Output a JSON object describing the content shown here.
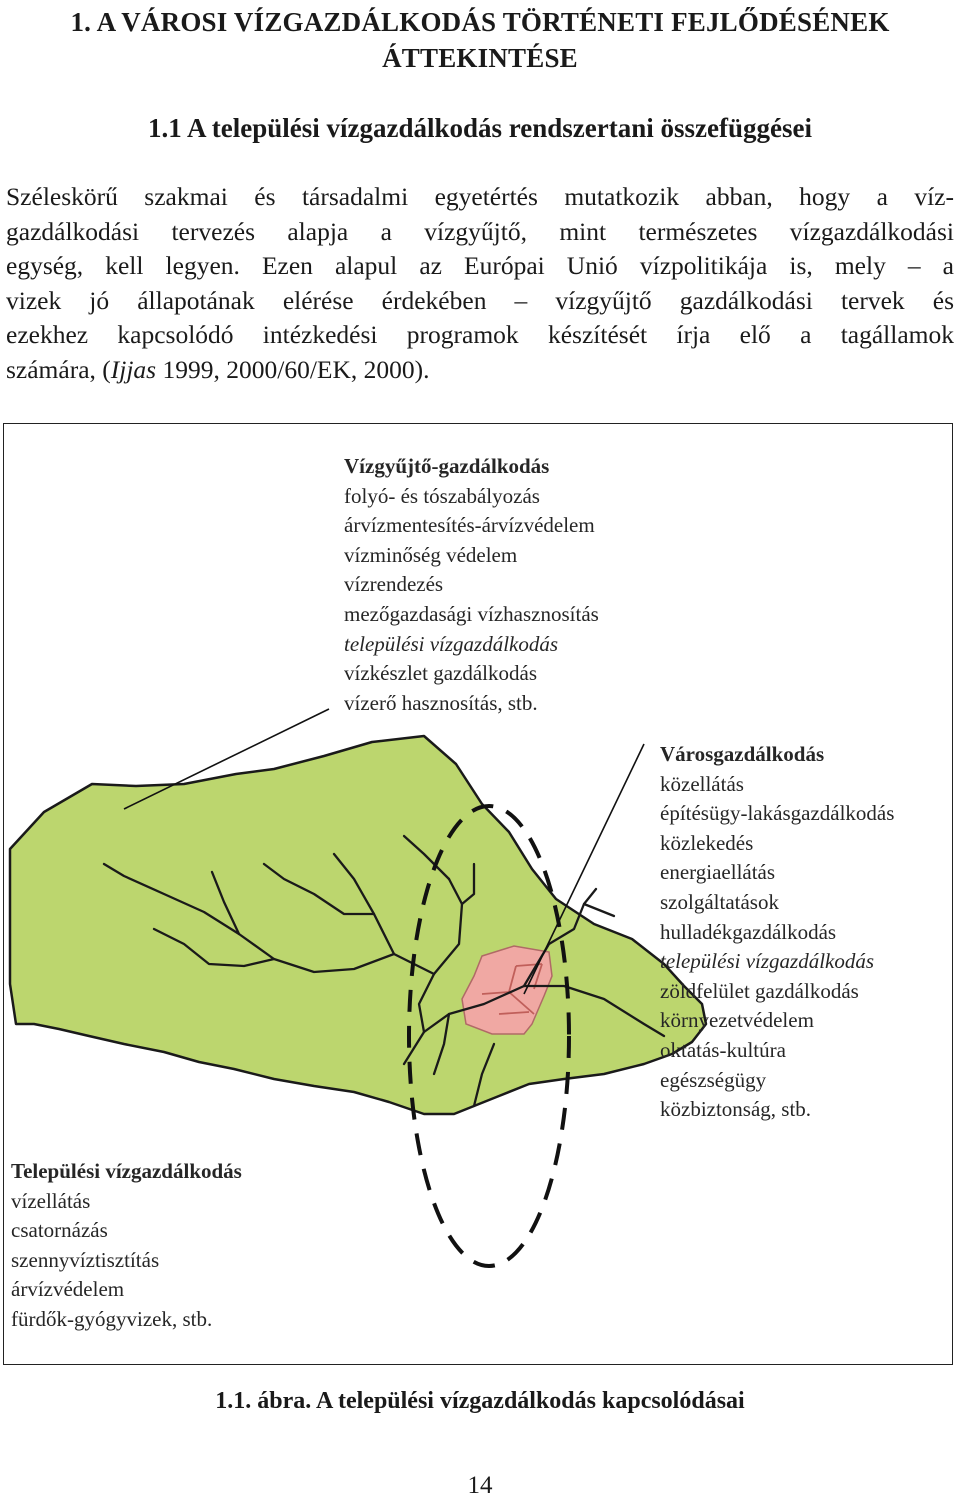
{
  "chapter": {
    "title_line1": "1. A VÁROSI VÍZGAZDÁLKODÁS TÖRTÉNETI FEJLŐDÉSÉNEK",
    "title_line2": "ÁTTEKINTÉSE"
  },
  "section": {
    "title": "1.1 A települési vízgazdálkodás rendszertani összefüggései"
  },
  "paragraph": {
    "line1": "Széleskörű szakmai és társadalmi egyetértés mutatkozik abban, hogy a víz-",
    "line2": "gazdálkodási tervezés alapja a vízgyűjtő, mint természetes vízgazdálkodási",
    "line3": "egység, kell legyen. Ezen alapul az Európai Unió vízpolitikája is, mely – a",
    "line4": "vizek jó állapotának elérése érdekében – vízgyűjtő gazdálkodási tervek és",
    "line5": "ezekhez kapcsolódó intézkedési programok készítését írja elő a tagállamok",
    "line6_start": "számára, (",
    "line6_author": "Ijjas",
    "line6_end": " 1999, 2000/60/EK, 2000)."
  },
  "figure": {
    "watershed": {
      "heading": "Vízgyűjtő-gazdálkodás",
      "items": [
        "folyó- és tószabályozás",
        "árvízmentesítés-árvízvédelem",
        "vízminőség védelem",
        "vízrendezés",
        "mezőgazdasági vízhasznosítás",
        "települési vízgazdálkodás",
        "vízkészlet gazdálkodás",
        "vízerő hasznosítás, stb."
      ]
    },
    "city": {
      "heading": "Városgazdálkodás",
      "items": [
        "közellátás",
        "építésügy-lakásgazdálkodás",
        "közlekedés",
        "energiaellátás",
        "szolgáltatások",
        "hulladékgazdálkodás",
        "települési vízgazdálkodás",
        "zöldfelület gazdálkodás",
        "környezetvédelem",
        "oktatás-kultúra",
        "egészségügy",
        "közbiztonság, stb."
      ]
    },
    "settlement": {
      "heading": "Települési vízgazdálkodás",
      "items": [
        "vízellátás",
        "csatornázás",
        "szennyvíztisztítás",
        "árvízvédelem",
        "fürdők-gyógyvizek, stb."
      ]
    },
    "colors": {
      "catchment_fill": "#bcd66e",
      "city_fill": "#f0a8a3",
      "lines": "#111111"
    }
  },
  "caption": "1.1. ábra. A települési vízgazdálkodás kapcsolódásai",
  "page_number": "14"
}
